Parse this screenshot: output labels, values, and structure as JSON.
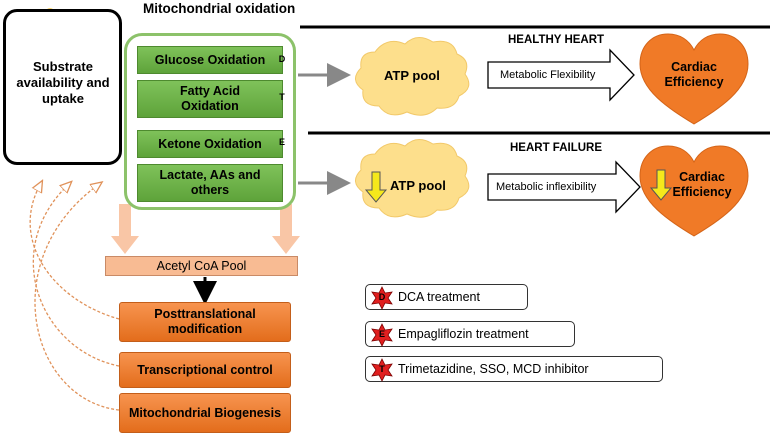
{
  "substrate": {
    "label": "Substrate availability and uptake"
  },
  "mito": {
    "title": "Mitochondrial oxidation",
    "pathways": [
      {
        "label": "Glucose Oxidation",
        "badge": "D"
      },
      {
        "label": "Fatty Acid Oxidation",
        "badge": "T"
      },
      {
        "label": "Ketone Oxidation",
        "badge": "E"
      },
      {
        "label": "Lactate, AAs and others",
        "badge": ""
      }
    ]
  },
  "healthy": {
    "title": "HEALTHY HEART",
    "pool": "ATP pool",
    "arrow": "Metabolic Flexibility",
    "heart": "Cardiac Efficiency"
  },
  "failure": {
    "title": "HEART FAILURE",
    "pool": "ATP pool",
    "arrow": "Metabolic inflexibility",
    "heart": "Cardiac Efficiency"
  },
  "acetyl": {
    "label": "Acetyl CoA Pool"
  },
  "regulation": [
    {
      "label": "Posttranslational modification"
    },
    {
      "label": "Transcriptional control"
    },
    {
      "label": "Mitochondrial Biogenesis"
    }
  ],
  "legend": [
    {
      "badge": "D",
      "text": "DCA treatment"
    },
    {
      "badge": "E",
      "text": "Empagliflozin treatment"
    },
    {
      "badge": "T",
      "text": "Trimetazidine, SSO, MCD inhibitor"
    }
  ],
  "colors": {
    "pathway_green": "#6db348",
    "panel_border": "#8cc26a",
    "cloud": "#fddf8c",
    "heart": "#f07a27",
    "regulation_orange": "#f08538",
    "acetyl": "#f8bb93",
    "star_red": "#e01f1f",
    "down_arrow": "#f5e81b",
    "dot_orange": "#f08a3c",
    "dot_green": "#a8d08d",
    "dot_yellow": "#fbd56a"
  }
}
